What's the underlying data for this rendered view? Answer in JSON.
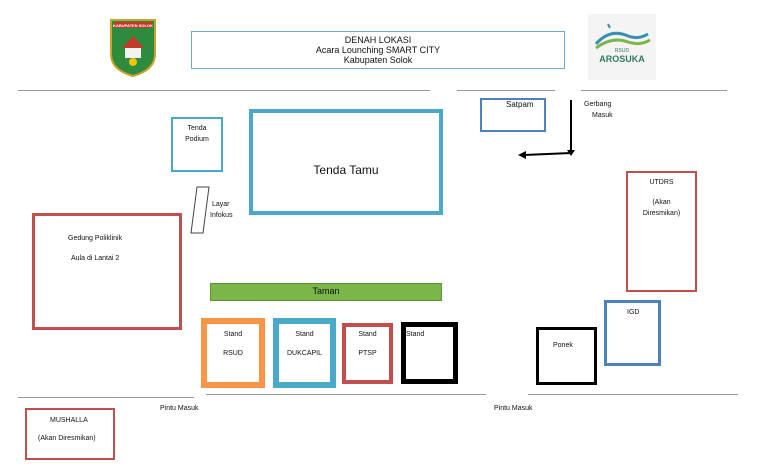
{
  "header": {
    "title": "DENAH LOKASI",
    "subtitle": "Acara Lounching SMART CITY",
    "location": "Kabupaten Solok"
  },
  "logos": {
    "left_text": "KABUPATEN SOLOK",
    "right_small": "RSUD",
    "right_big": "AROSUKA"
  },
  "labels": {
    "satpam": "Satpam",
    "gerbang_line1": "Gerbang",
    "gerbang_line2": "Masuk",
    "tenda_podium_line1": "Tenda",
    "tenda_podium_line2": "Podium",
    "tenda_tamu": "Tenda Tamu",
    "layar_line1": "Layar",
    "layar_line2": "Infokus",
    "gedung_line1": "Gedung Poliklinik",
    "gedung_line2": "Aula di Lantai 2",
    "utdrs_line1": "UTDRS",
    "utdrs_line2": "(Akan",
    "utdrs_line3": "Diresmikan)",
    "taman": "Taman",
    "stand_rsud_line1": "Stand",
    "stand_rsud_line2": "RSUD",
    "stand_dukcapil_line1": "Stand",
    "stand_dukcapil_line2": "DUKCAPIL",
    "stand_ptsp_line1": "Stand",
    "stand_ptsp_line2": "PTSP",
    "stand_black": "Stand",
    "ponek": "Ponek",
    "igd": "IGD",
    "pintu_masuk_left": "Pintu Masuk",
    "pintu_masuk_right": "Pintu Masuk",
    "mushalla_line1": "MUSHALLA",
    "mushalla_line2": "(Akan Diresmikan)"
  },
  "colors": {
    "teal": "#4aa8c8",
    "red": "#c0504d",
    "orange": "#f79646",
    "blue": "#4f81bd",
    "black": "#000000",
    "green": "#7ab648"
  }
}
